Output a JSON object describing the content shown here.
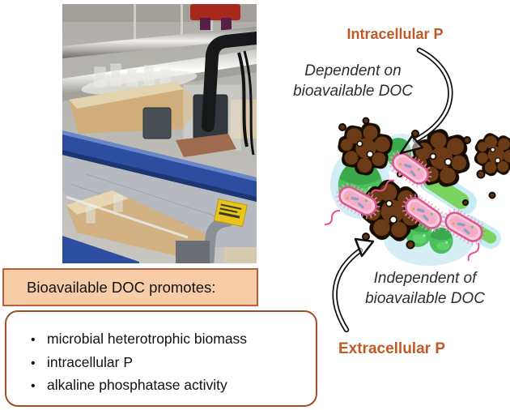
{
  "colors": {
    "accent_orange_text": "#bf5a26",
    "promo_box_fill": "#f7cda8",
    "promo_box_border": "#bc5d3b",
    "list_box_border": "#9c5128",
    "organic_matter_brown": "#6b3a14",
    "microbe_green": "#4cc05c",
    "bacterium_pink": "#fbcadb",
    "eps_halo_blue": "#d2edf5",
    "shelf_blue": "#2c4da0"
  },
  "photo": {
    "alt": "Laboratory rack with two tiers of acrylic flume channels filled with sand, metal pipes above, blue shelf rails and a black hose"
  },
  "diagram": {
    "intracellular_label": "Intracellular P",
    "dependent_line1": "Dependent on",
    "dependent_line2": "bioavailable DOC",
    "independent_line1": "Independent of",
    "independent_line2": "bioavailable DOC",
    "extracellular_label": "Extracellular P"
  },
  "promo": {
    "heading": "Bioavailable DOC promotes:",
    "bullet_char": "•",
    "bullets": [
      "microbial heterotrophic biomass",
      "intracellular P",
      "alkaline phosphatase activity"
    ]
  }
}
